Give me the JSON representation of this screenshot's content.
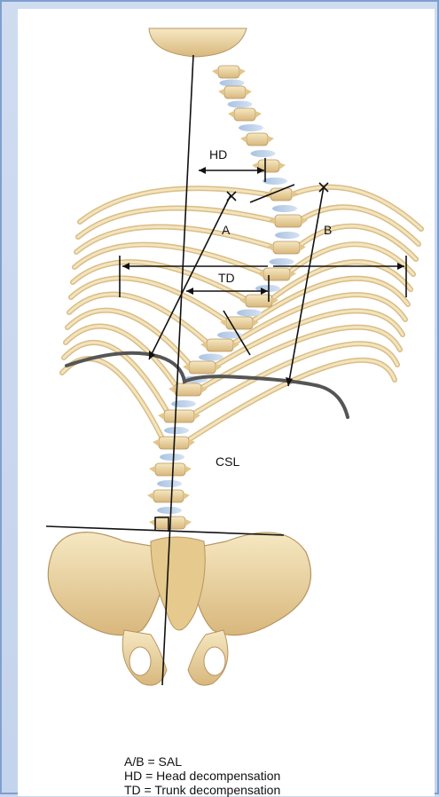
{
  "labels": {
    "hd": "HD",
    "a": "A",
    "b": "B",
    "td": "TD",
    "csl": "CSL"
  },
  "legend": [
    "A/B = SAL",
    "HD = Head decompensation",
    "TD = Trunk decompensation"
  ],
  "colors": {
    "bone": "#ecd9a8",
    "bone_shadow": "#c9a66a",
    "disc": "#b9cde6",
    "line": "#111111",
    "rib_contour": "#555555",
    "frame": "#c9d8ee"
  }
}
